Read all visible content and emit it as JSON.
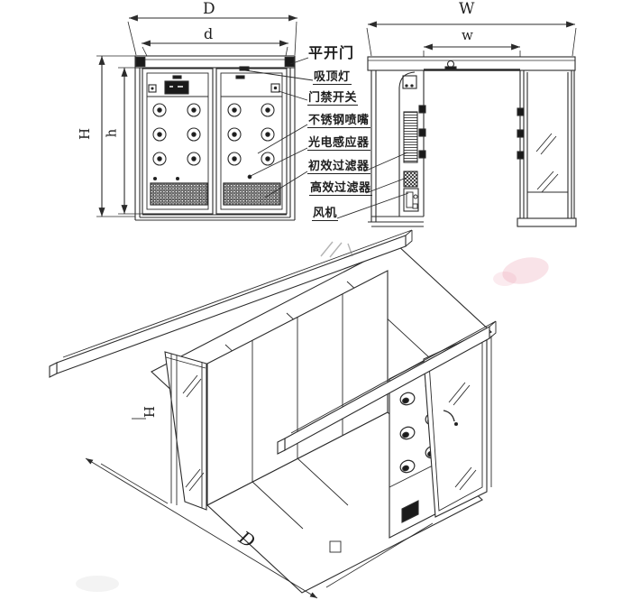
{
  "palette": {
    "line_color": "#2b2b2b",
    "background": "#ffffff",
    "watermark_pink": "#e890a4"
  },
  "front_view": {
    "dim_outer_width": "D",
    "dim_inner_width": "d",
    "dim_outer_height": "H",
    "dim_inner_height": "h"
  },
  "side_view": {
    "dim_outer_width": "W",
    "dim_inner_width": "w"
  },
  "iso_view": {
    "dim_height": "H",
    "dim_depth": "D"
  },
  "part_labels": [
    {
      "id": "swing-door",
      "text": "平开门"
    },
    {
      "id": "ceiling-lamp",
      "text": "吸顶灯"
    },
    {
      "id": "door-access-switch",
      "text": "门禁开关"
    },
    {
      "id": "stainless-steel-nozzle",
      "text": "不锈钢喷嘴"
    },
    {
      "id": "photoelectric-sensor",
      "text": "光电感应器"
    },
    {
      "id": "primary-filter",
      "text": "初效过滤器"
    },
    {
      "id": "hepa-filter",
      "text": "高效过滤器"
    },
    {
      "id": "fan",
      "text": "风机"
    }
  ]
}
